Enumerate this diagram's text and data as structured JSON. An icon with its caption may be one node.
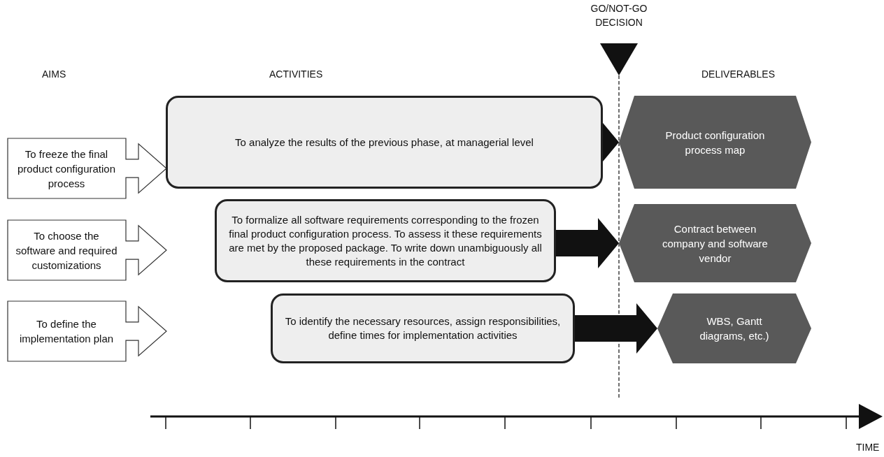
{
  "diagram": {
    "nodes": [
      {
        "text": [
          "To freeze the final product configuration process"
        ]
      },
      {
        "text": [
          "To choose the software and required customizations"
        ]
      },
      {
        "text": [
          "To define the implementation plan"
        ]
      },
      {
        "text": [
          "To analyze the results of the previous phase, at managerial level"
        ]
      },
      {
        "text": [
          "To formalize all software requirements corresponding to the frozen final product configuration process. To assess it these requirements are met by the proposed package. To write down unambiguously all these requirements in the contract"
        ]
      },
      {
        "text": [
          "To identify the necessary resources, assign responsibilities, define times for implementation activities"
        ]
      },
      {
        "text": [
          "Product configuration process map"
        ]
      },
      {
        "text": [
          "Contract between company and software vendor"
        ]
      },
      {
        "text": [
          "WBS, Gantt diagrams, etc.)"
        ]
      }
    ],
    "edges": [
      {
        "from": 3,
        "to": 6,
        "arrow": "to"
      },
      {
        "from": 4,
        "to": 7,
        "arrow": "to"
      },
      {
        "from": 5,
        "to": 8,
        "arrow": "to"
      }
    ],
    "labels": [
      "GO/NOT-GO DECISION",
      "AIMS",
      "ACTIVITIES",
      "DELIVERABLES",
      "TIME"
    ]
  }
}
